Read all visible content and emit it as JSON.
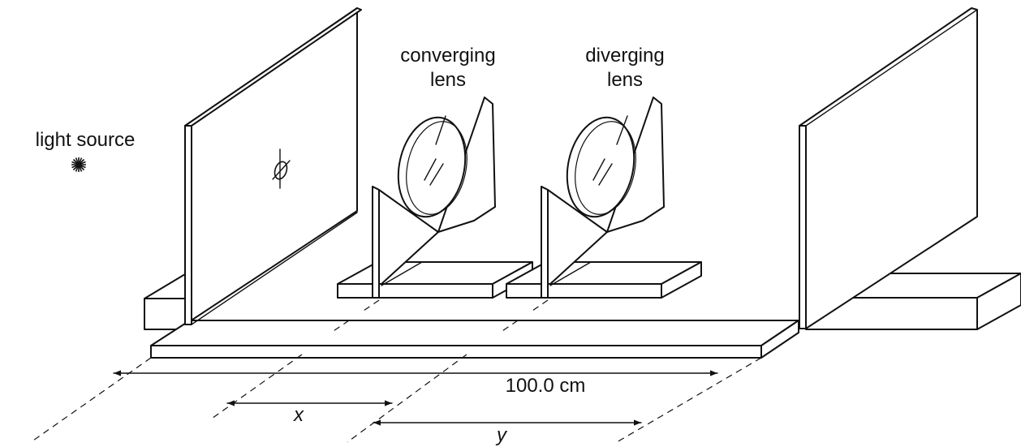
{
  "labels": {
    "light_source": "light source",
    "converging_line1": "converging",
    "converging_line2": "lens",
    "diverging_line1": "diverging",
    "diverging_line2": "lens",
    "total_distance": "100.0 cm",
    "x": "x",
    "y": "y"
  },
  "icons": {
    "light_source": "starburst-icon",
    "object_mark": "crossed-circle-icon"
  }
}
